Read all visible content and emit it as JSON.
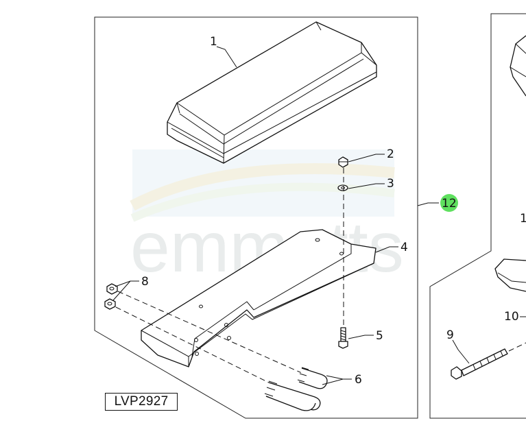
{
  "figure": {
    "ref_code": "LVP2927",
    "watermark": "emmetts",
    "highlight_color": "#5fe05f",
    "callouts": {
      "c1": "1",
      "c2": "2",
      "c3": "3",
      "c4": "4",
      "c5": "5",
      "c6": "6",
      "c8": "8",
      "c12": "12",
      "c9": "9",
      "c10": "10",
      "c1_partial": "1"
    }
  }
}
